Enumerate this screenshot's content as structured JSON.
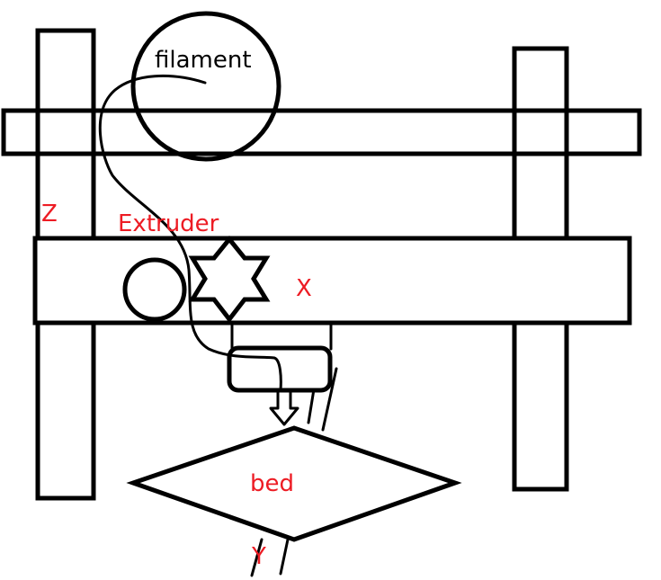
{
  "labels": {
    "filament": "filament",
    "z_axis": "Z",
    "extruder": "Extruder",
    "x_axis": "X",
    "bed": "bed",
    "y_axis": "Y"
  },
  "colors": {
    "stroke": "#000000",
    "label_red": "#ed1c24",
    "background": "#ffffff"
  }
}
